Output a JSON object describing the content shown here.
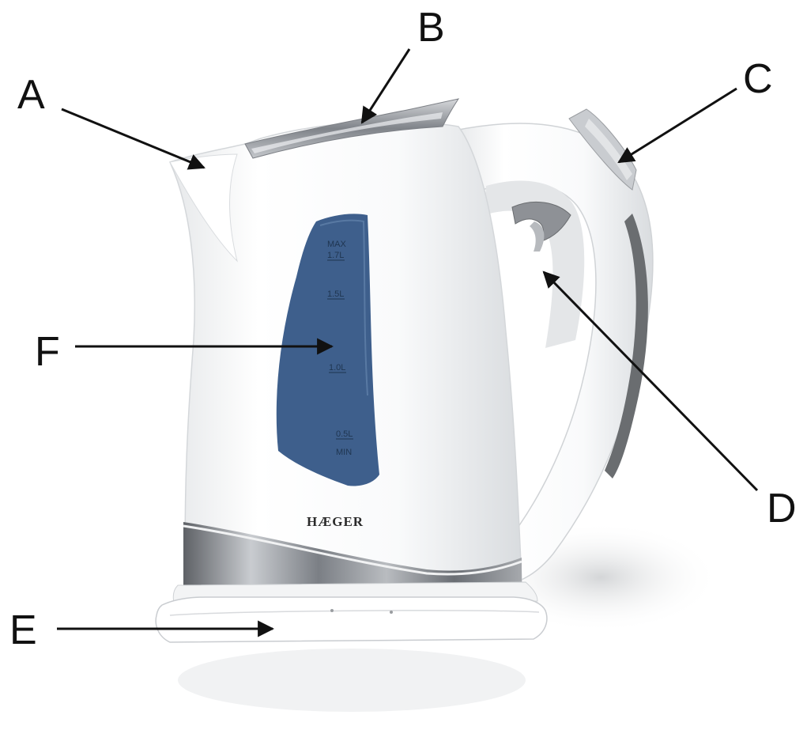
{
  "product": {
    "brand": "HÆGER",
    "brand_color": "#2a2a2a"
  },
  "gauge": {
    "marks": [
      {
        "label": "MAX"
      },
      {
        "label": "1.7L"
      },
      {
        "label": "1.5L"
      },
      {
        "label": "1.0L"
      },
      {
        "label": "0.5L"
      },
      {
        "label": "MIN"
      }
    ],
    "window_color": "#3e5f8c"
  },
  "callouts": [
    {
      "id": "a",
      "letter": "A"
    },
    {
      "id": "b",
      "letter": "B"
    },
    {
      "id": "c",
      "letter": "C"
    },
    {
      "id": "d",
      "letter": "D"
    },
    {
      "id": "e",
      "letter": "E"
    },
    {
      "id": "f",
      "letter": "F"
    }
  ],
  "colors": {
    "body": "#f7f8f9",
    "chrome": "#8e9196",
    "switch_grip": "#6a6d70",
    "outline": "#111111"
  }
}
